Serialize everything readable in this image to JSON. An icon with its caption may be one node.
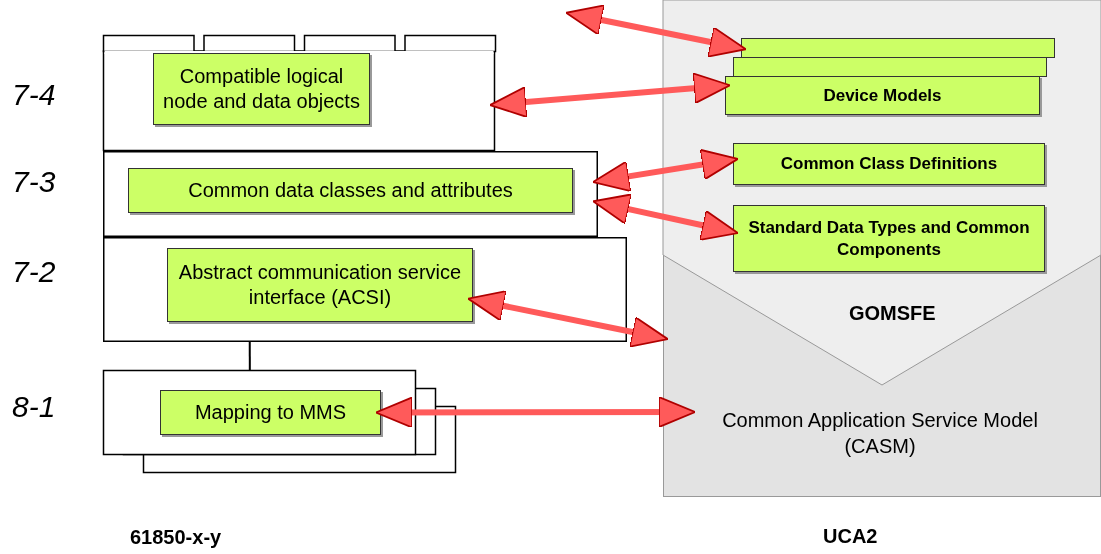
{
  "diagram": {
    "nodes": [
      {
        "text": [],
        "shape": "box",
        "beside": [
          "7-4"
        ]
      },
      {
        "text": [
          "Compatible logical node and data objects"
        ],
        "in": 0
      },
      {
        "text": [],
        "shape": "box",
        "beside": [
          "7-3"
        ]
      },
      {
        "text": [
          "Common data classes and attributes"
        ],
        "in": 2
      },
      {
        "text": [],
        "shape": "box",
        "beside": [
          "7-2"
        ]
      },
      {
        "text": [
          "Abstract communication service interface (ACSI)"
        ],
        "in": 4
      },
      {
        "text": [],
        "shape": "box",
        "beside": [
          "8-1"
        ]
      },
      {
        "text": [
          "Mapping to MMS"
        ],
        "in": 6
      },
      {
        "text": [
          "UCA2"
        ]
      },
      {
        "text": [
          "GOMSFE"
        ],
        "in": 8
      },
      {
        "text": [],
        "shape": "box",
        "in": 9
      },
      {
        "text": [],
        "shape": "box",
        "in": 9
      },
      {
        "text": [
          "Device Models"
        ],
        "in": 9
      },
      {
        "text": [
          "Common Class Definitions"
        ],
        "in": 9
      },
      {
        "text": [
          "Standard Data Types and Common Components"
        ],
        "in": 9
      },
      {
        "text": [
          "Common Application Service Model (CASM)"
        ],
        "in": 8
      }
    ],
    "edges": [
      {
        "from": null,
        "to": 10,
        "arrow": "both"
      },
      {
        "from": 0,
        "to": 12,
        "arrow": "both"
      },
      {
        "from": 2,
        "to": 13,
        "arrow": "both"
      },
      {
        "from": 2,
        "to": 14,
        "arrow": "both"
      },
      {
        "from": 5,
        "to": 8,
        "arrow": "both"
      },
      {
        "from": 7,
        "to": 15,
        "arrow": "both"
      },
      {
        "from": 4,
        "to": 6,
        "arrow": "none",
        "color": "#000000"
      }
    ],
    "labels": [
      "61850-x-y"
    ]
  }
}
